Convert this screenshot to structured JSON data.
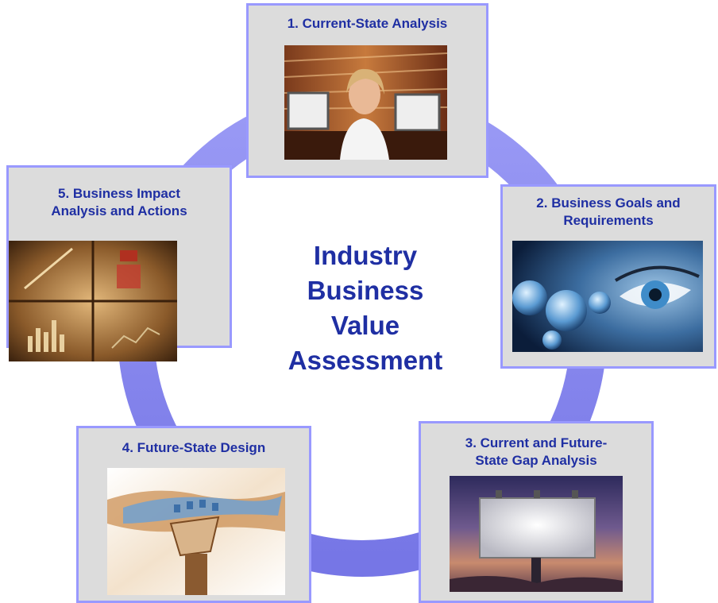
{
  "center": {
    "lines": [
      "Industry",
      "Business",
      "Value",
      "Assessment"
    ]
  },
  "steps": [
    {
      "lines": [
        "1. Current-State Analysis"
      ],
      "image": "woman-with-headset-photo"
    },
    {
      "lines": [
        "2. Business Goals and",
        "Requirements"
      ],
      "image": "eye-and-globes-photo"
    },
    {
      "lines": [
        "3. Current and Future-",
        "State Gap Analysis"
      ],
      "image": "blank-billboard-photo"
    },
    {
      "lines": [
        "4. Future-State Design"
      ],
      "image": "hands-building-blocks-photo"
    },
    {
      "lines": [
        "5. Business Impact",
        "Analysis and Actions"
      ],
      "image": "business-charts-collage-photo"
    }
  ],
  "colors": {
    "ring": "#8080ee",
    "title_text": "#1f2fa3",
    "box_fill": "#dcdcdc",
    "box_border": "#9999ff"
  }
}
